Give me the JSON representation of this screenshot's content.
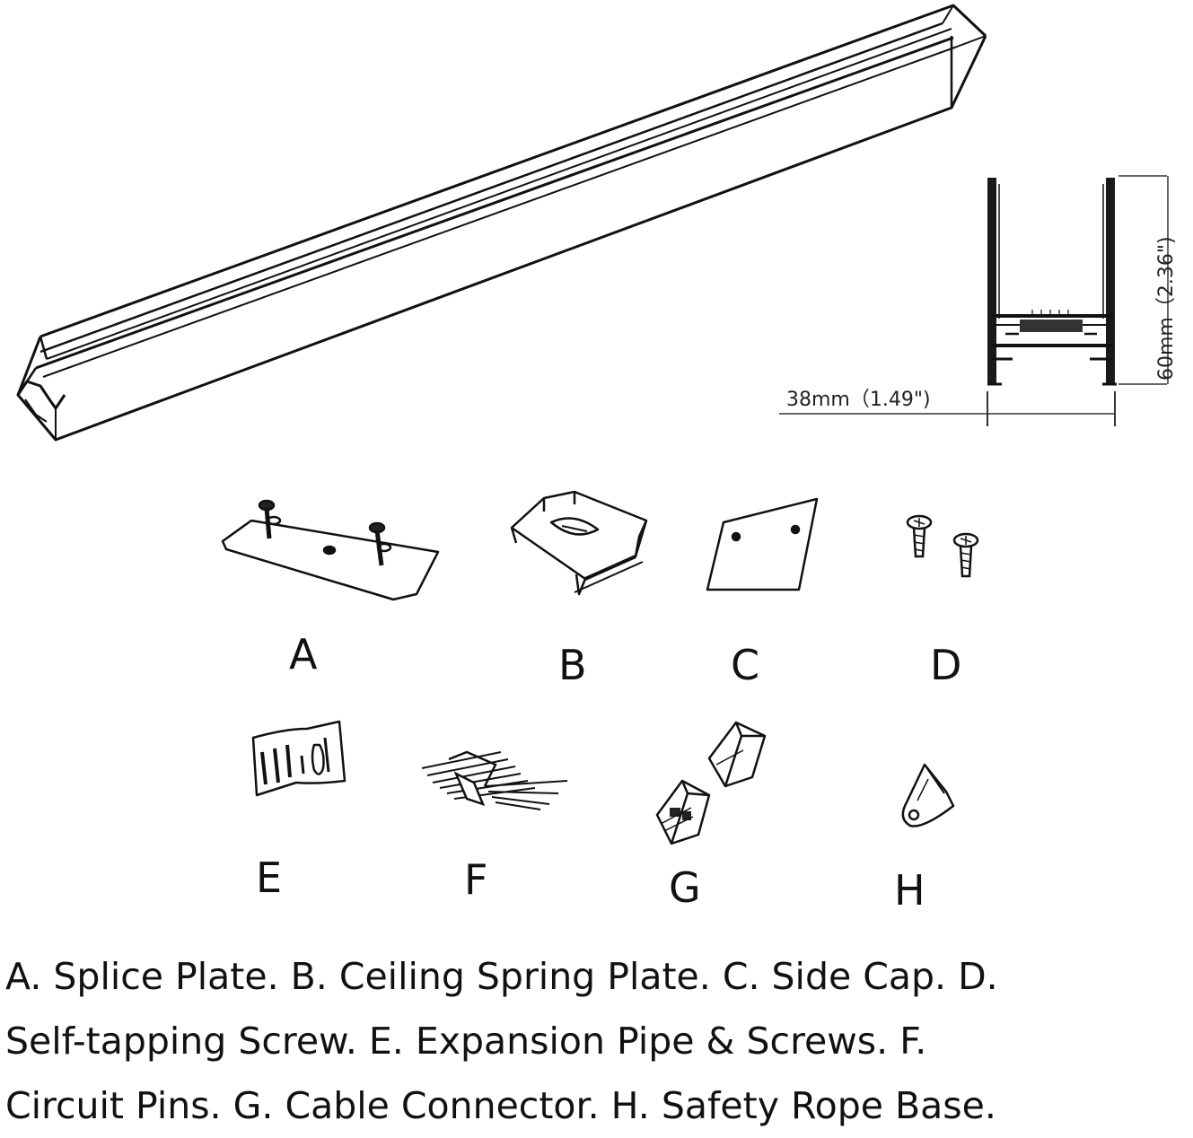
{
  "dimensions": {
    "width_label": "38mm（1.49\")",
    "height_label": "60mm（2.36\")"
  },
  "parts": [
    {
      "letter": "A",
      "icon": "splice-plate-icon"
    },
    {
      "letter": "B",
      "icon": "ceiling-spring-plate-icon"
    },
    {
      "letter": "C",
      "icon": "side-cap-icon"
    },
    {
      "letter": "D",
      "icon": "self-tapping-screw-icon"
    },
    {
      "letter": "E",
      "icon": "expansion-pipe-screws-icon"
    },
    {
      "letter": "F",
      "icon": "circuit-pins-icon"
    },
    {
      "letter": "G",
      "icon": "cable-connector-icon"
    },
    {
      "letter": "H",
      "icon": "safety-rope-base-icon"
    }
  ],
  "caption": {
    "line1": "A. Splice Plate. B. Ceiling Spring Plate. C. Side Cap. D.",
    "line2": "Self-tapping Screw. E. Expansion Pipe & Screws. F.",
    "line3": "Circuit Pins. G. Cable Connector. H. Safety Rope Base."
  }
}
